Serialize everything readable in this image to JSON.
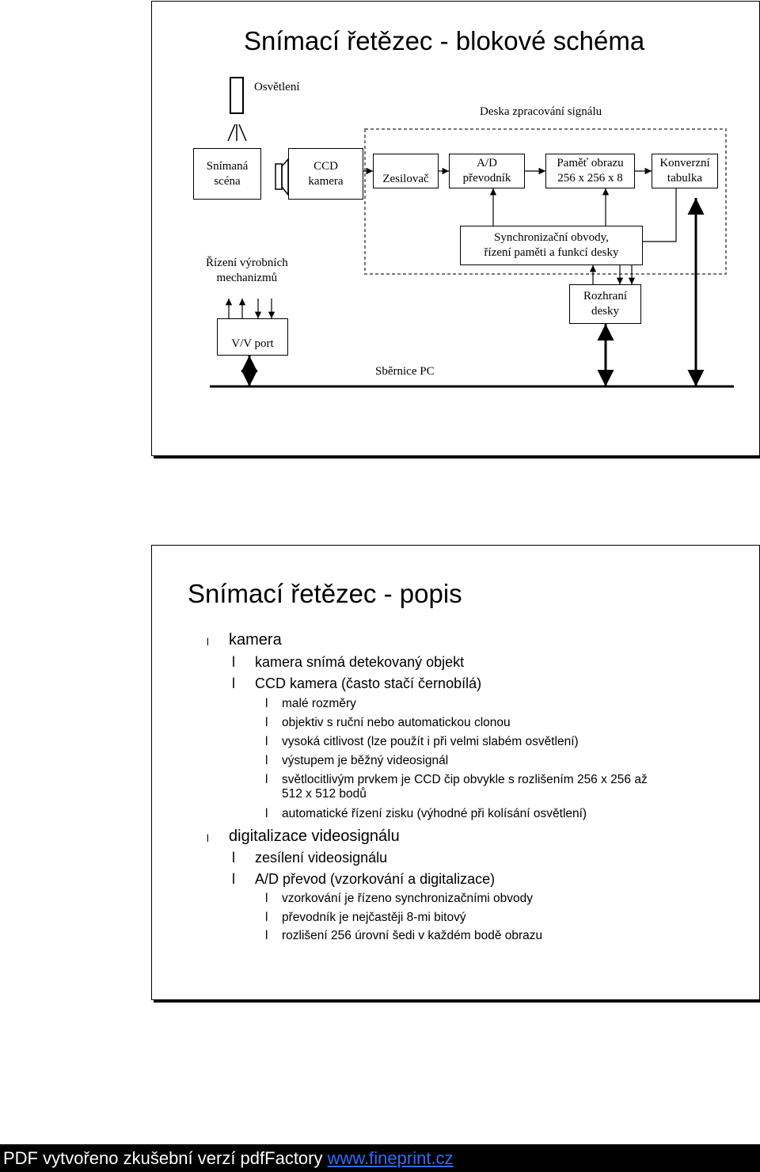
{
  "slide1": {
    "title": "Snímací řetězec - blokové schéma",
    "lighting_label": "Osvětlení",
    "board_label": "Deska zpracování signálu",
    "blocks": {
      "scene": "Snímaná\nscéna",
      "ccd": "CCD\nkamera",
      "amp": "Zesilovač",
      "adc": "A/D\npřevodník",
      "mem": "Paměť obrazu\n256 x 256 x 8",
      "lut": "Konverzní\ntabulka",
      "sync": "Synchronizační obvody,\nřízení paměti a funkcí desky",
      "control": "Řízení výrobních\nmechanizmů",
      "iface": "Rozhraní\ndesky",
      "io": "V/V port"
    },
    "bus_label": "Sběrnice PC"
  },
  "slide2": {
    "title": "Snímací řetězec - popis",
    "marker": "l",
    "items": [
      {
        "level": 1,
        "text": "kamera"
      },
      {
        "level": 2,
        "text": "kamera snímá detekovaný objekt"
      },
      {
        "level": 2,
        "text": "CCD kamera (často stačí černobílá)"
      },
      {
        "level": 3,
        "text": "malé rozměry"
      },
      {
        "level": 3,
        "text": "objektiv s ruční nebo automatickou clonou"
      },
      {
        "level": 3,
        "text": "vysoká citlivost (lze použít i při velmi slabém osvětlení)"
      },
      {
        "level": 3,
        "text": "výstupem je běžný videosignál"
      },
      {
        "level": 3,
        "text": "světlocitlivým prvkem je CCD čip obvykle s rozlišením 256 x 256 až"
      },
      {
        "level": 4,
        "text": "512 x 512 bodů"
      },
      {
        "level": 3,
        "text": "automatické řízení zisku (výhodné při kolísání osvětlení)"
      },
      {
        "level": 1,
        "text": "digitalizace videosignálu"
      },
      {
        "level": 2,
        "text": "zesílení videosignálu"
      },
      {
        "level": 2,
        "text": "A/D převod (vzorkování a digitalizace)"
      },
      {
        "level": 3,
        "text": "vzorkování je řízeno synchronizačními obvody"
      },
      {
        "level": 3,
        "text": "převodník je nejčastěji 8-mi bitový"
      },
      {
        "level": 3,
        "text": "rozlišení 256 úrovní šedi v každém bodě obrazu"
      }
    ]
  },
  "footer": {
    "text": "PDF vytvořeno zkušební verzí pdfFactory ",
    "link": "www.fineprint.cz"
  }
}
